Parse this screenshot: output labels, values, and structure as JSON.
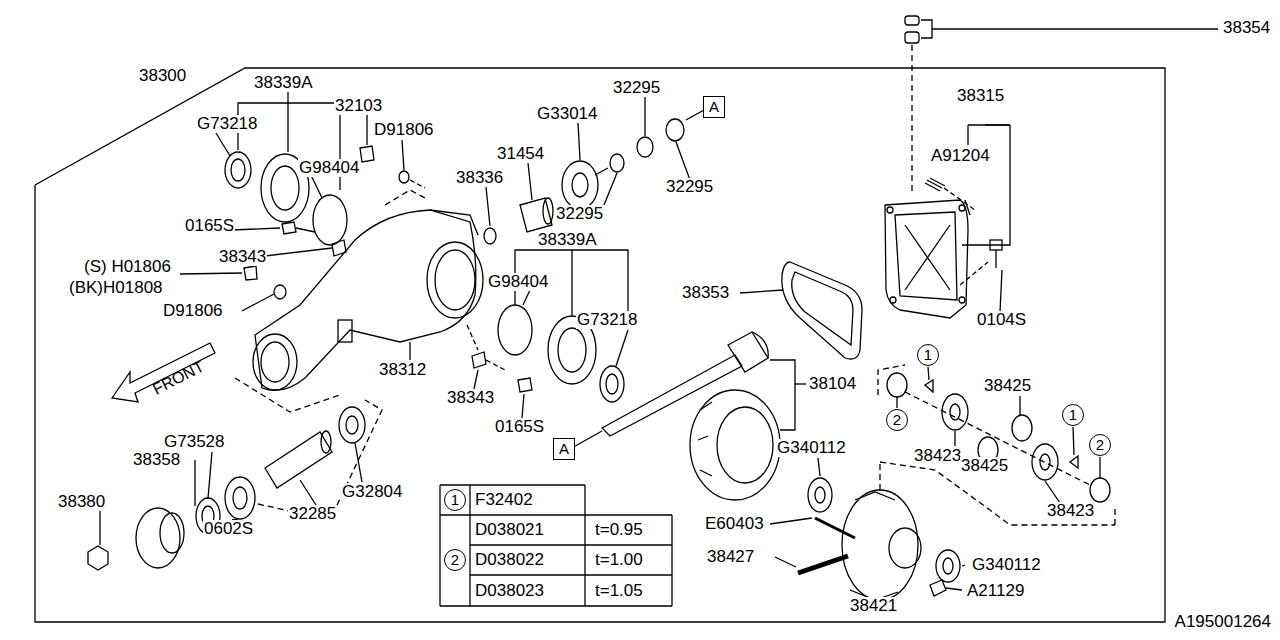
{
  "diagram": {
    "nodes": [
      {
        "text": [
          "A"
        ]
      },
      {
        "text": [
          "A"
        ]
      },
      {
        "text": [
          "1"
        ]
      },
      {
        "text": [
          "2"
        ]
      },
      {
        "text": [
          "1"
        ]
      },
      {
        "text": [
          "2"
        ]
      },
      {
        "text": [
          "1"
        ]
      },
      {
        "text": [
          "2"
        ]
      }
    ],
    "labels": [
      "38354",
      "38300",
      "38339A",
      "32103",
      "G73218",
      "D91806",
      "32295",
      "G33014",
      "31454",
      "32295",
      "32295",
      "38336",
      "38315",
      "A91204",
      "G98404",
      "0165S",
      "38343",
      "38339A",
      "(S) H01806",
      "(BK)H01808",
      "D91806",
      "G98404",
      "38353",
      "G73218",
      "0104S",
      "38312",
      "38104",
      "38343",
      "38425",
      "0165S",
      "38423",
      "38425",
      "38423",
      "G73528",
      "38358",
      "38380",
      "G340112",
      "G32804",
      "0602S",
      "32285",
      "E60403",
      "38427",
      "G340112",
      "38421",
      "A21129",
      "A195001264",
      "FRONT",
      "F32402",
      "D038021",
      "t=0.95",
      "D038022",
      "t=1.00",
      "D038023",
      "t=1.05"
    ]
  }
}
